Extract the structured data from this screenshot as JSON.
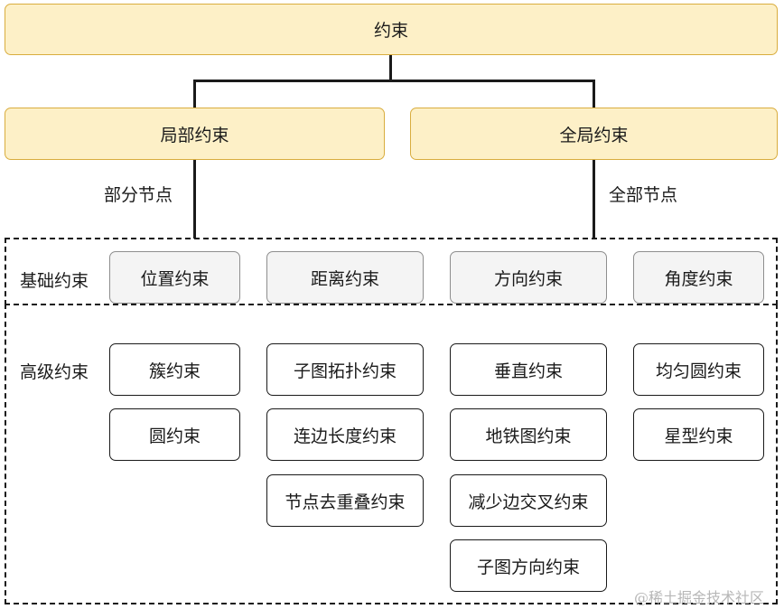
{
  "root": "约束",
  "local": {
    "label": "局部约束",
    "edge_label": "部分节点"
  },
  "global": {
    "label": "全局约束",
    "edge_label": "全部节点"
  },
  "basic": {
    "label": "基础约束",
    "items": [
      "位置约束",
      "距离约束",
      "方向约束",
      "角度约束"
    ]
  },
  "advanced": {
    "label": "高级约束",
    "columns": [
      [
        "簇约束",
        "圆约束"
      ],
      [
        "子图拓扑约束",
        "连边长度约束",
        "节点去重叠约束"
      ],
      [
        "垂直约束",
        "地铁图约束",
        "减少边交叉约束",
        "子图方向约束"
      ],
      [
        "均匀圆约束",
        "星型约束"
      ]
    ]
  },
  "watermark": "@稀土掘金技术社区",
  "colors": {
    "yellow_fill": "#fdf0c7",
    "yellow_border": "#d9ad3e",
    "grey_fill": "#f4f4f4",
    "grey_border": "#8e8e8e",
    "line": "#1a1a1a"
  }
}
